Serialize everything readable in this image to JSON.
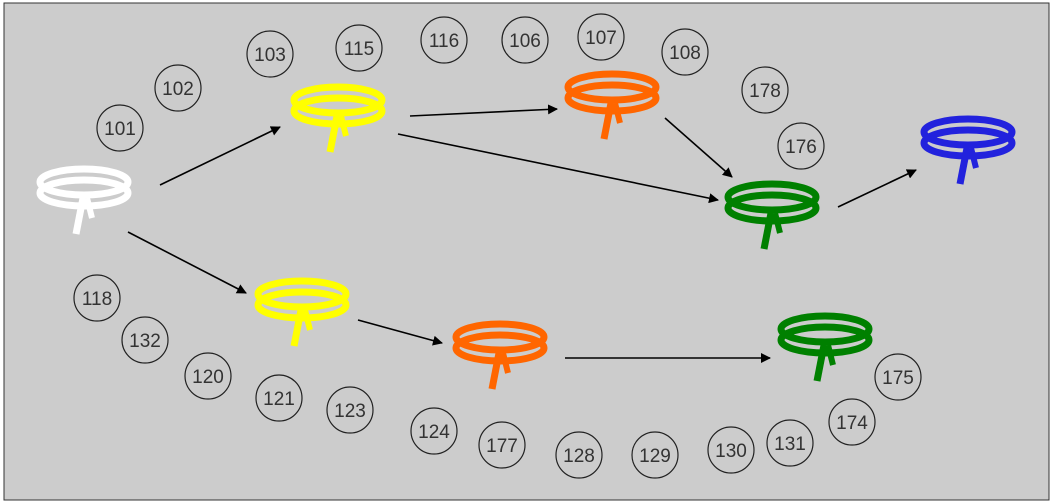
{
  "colors": {
    "background": "#cccccc",
    "border": "#333333",
    "arrow": "#000000",
    "badge_stroke": "#222222",
    "badge_fill": "#cccccc",
    "white_belt": "#ffffff",
    "yellow_belt": "#ffff00",
    "orange_belt": "#ff6600",
    "green_belt": "#008000",
    "blue_belt": "#2222dd"
  },
  "belts": [
    {
      "id": "white",
      "color_name": "white",
      "icon": "white-belt-icon"
    },
    {
      "id": "yellow-top",
      "color_name": "yellow",
      "icon": "yellow-belt-icon"
    },
    {
      "id": "orange-top",
      "color_name": "orange",
      "icon": "orange-belt-icon"
    },
    {
      "id": "green-top",
      "color_name": "green",
      "icon": "green-belt-icon"
    },
    {
      "id": "blue",
      "color_name": "blue",
      "icon": "blue-belt-icon"
    },
    {
      "id": "yellow-bottom",
      "color_name": "yellow",
      "icon": "yellow-belt-icon"
    },
    {
      "id": "orange-bottom",
      "color_name": "orange",
      "icon": "orange-belt-icon"
    },
    {
      "id": "green-bottom",
      "color_name": "green",
      "icon": "green-belt-icon"
    }
  ],
  "edges": [
    {
      "from": "white",
      "to": "yellow-top"
    },
    {
      "from": "white",
      "to": "yellow-bottom"
    },
    {
      "from": "yellow-top",
      "to": "orange-top"
    },
    {
      "from": "yellow-top",
      "to": "green-top"
    },
    {
      "from": "orange-top",
      "to": "green-top"
    },
    {
      "from": "green-top",
      "to": "blue"
    },
    {
      "from": "yellow-bottom",
      "to": "orange-bottom"
    },
    {
      "from": "orange-bottom",
      "to": "green-bottom"
    }
  ],
  "badges": [
    "101",
    "102",
    "103",
    "115",
    "116",
    "106",
    "107",
    "108",
    "178",
    "176",
    "118",
    "132",
    "120",
    "121",
    "123",
    "124",
    "177",
    "128",
    "129",
    "130",
    "131",
    "174",
    "175"
  ]
}
